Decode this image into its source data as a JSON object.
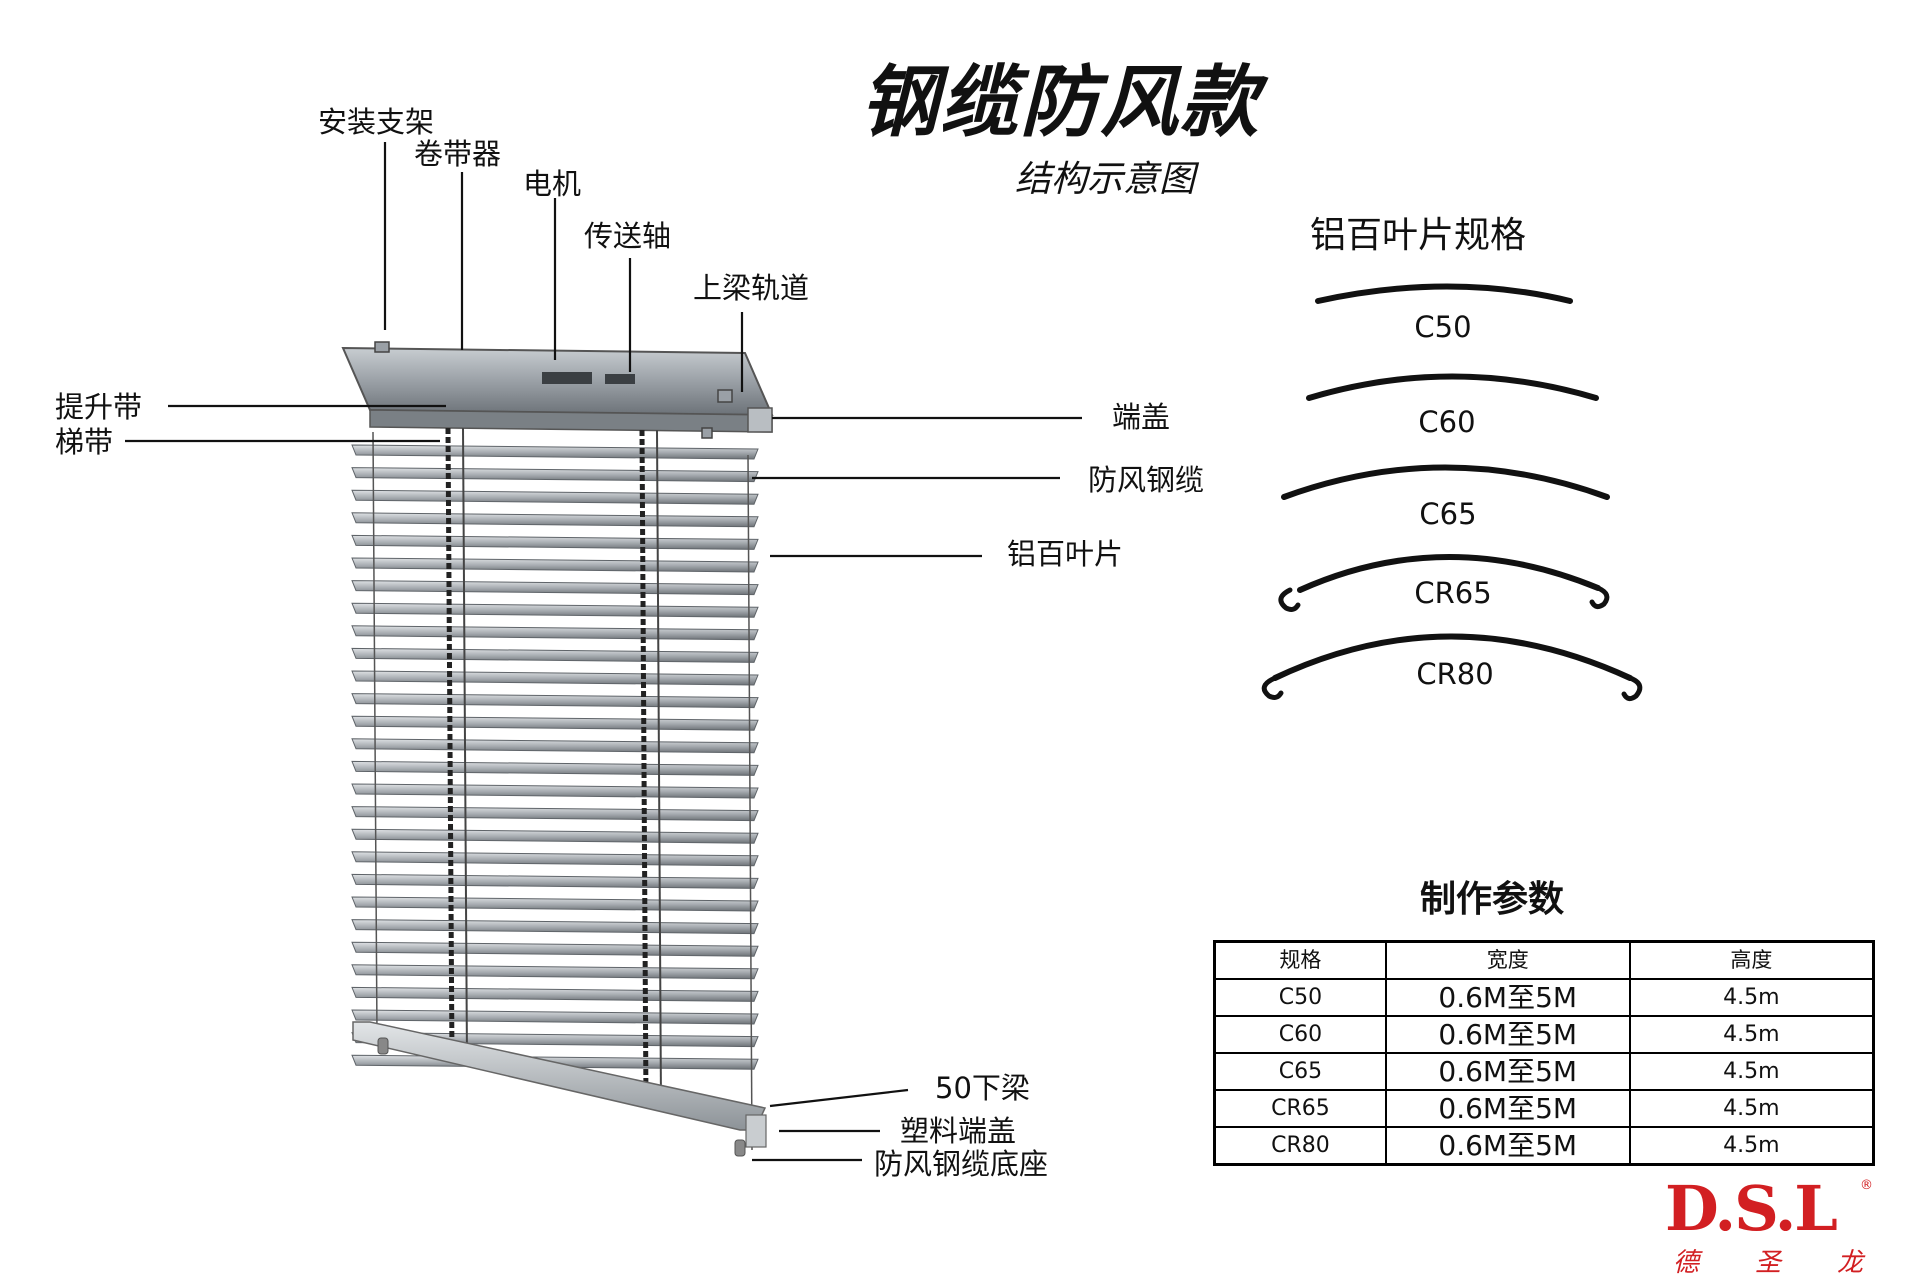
{
  "title": "钢缆防风款",
  "subtitle": "结构示意图",
  "labels": {
    "install_bracket": "安装支架",
    "tape_winder": "卷带器",
    "motor": "电机",
    "drive_shaft": "传送轴",
    "top_rail_track": "上梁轨道",
    "lift_tape": "提升带",
    "ladder_tape": "梯带",
    "end_cap": "端盖",
    "windproof_cable": "防风钢缆",
    "aluminum_slat": "铝百叶片",
    "bottom_rail_50": "50下梁",
    "plastic_end_cap": "塑料端盖",
    "cable_base": "防风钢缆底座"
  },
  "slat_specs": {
    "title": "铝百叶片规格",
    "profiles": [
      "C50",
      "C60",
      "C65",
      "CR65",
      "CR80"
    ]
  },
  "params": {
    "title": "制作参数",
    "headers": [
      "规格",
      "宽度",
      "高度"
    ],
    "rows": [
      [
        "C50",
        "0.6M至5M",
        "4.5m"
      ],
      [
        "C60",
        "0.6M至5M",
        "4.5m"
      ],
      [
        "C65",
        "0.6M至5M",
        "4.5m"
      ],
      [
        "CR65",
        "0.6M至5M",
        "4.5m"
      ],
      [
        "CR80",
        "0.6M至5M",
        "4.5m"
      ]
    ]
  },
  "logo": {
    "brand": "D.S.L",
    "registered": "®",
    "chars": [
      "德",
      "圣",
      "龙"
    ],
    "color": "#d21f22"
  }
}
